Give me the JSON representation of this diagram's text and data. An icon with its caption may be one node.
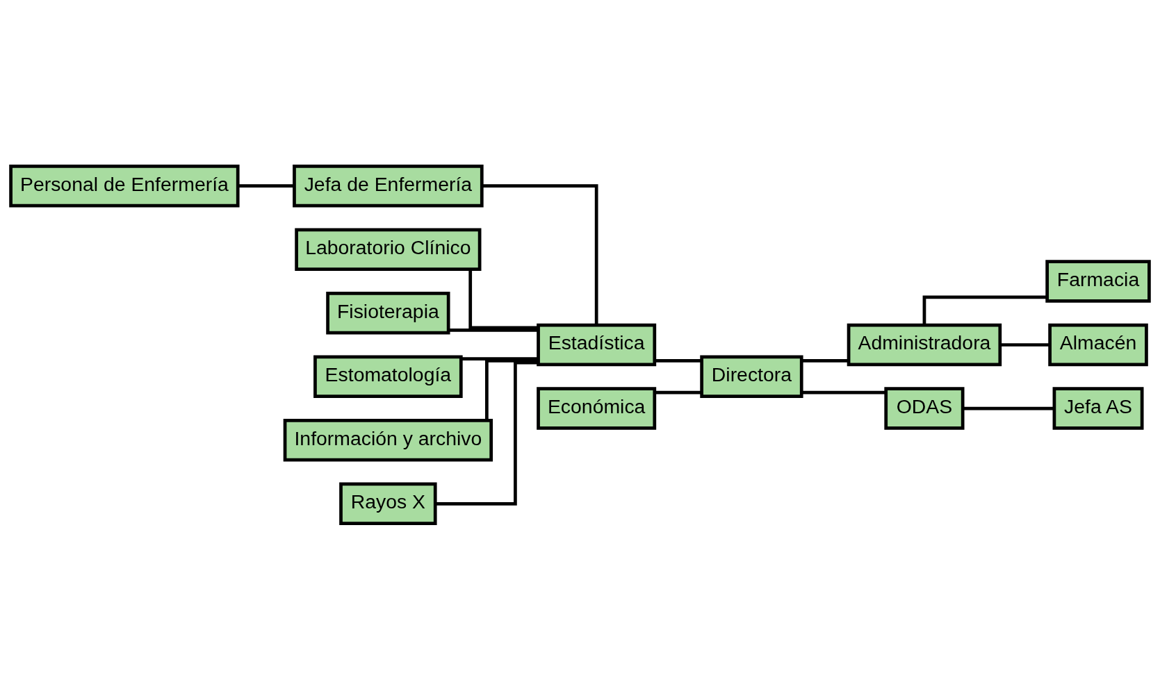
{
  "diagram": {
    "nodes": [
      {
        "text": [
          "Personal de Enfermería"
        ]
      },
      {
        "text": [
          "Jefa de Enfermería"
        ]
      },
      {
        "text": [
          "Laboratorio Clínico"
        ]
      },
      {
        "text": [
          "Fisioterapia"
        ]
      },
      {
        "text": [
          "Estomatología"
        ]
      },
      {
        "text": [
          "Información y archivo"
        ]
      },
      {
        "text": [
          "Rayos X"
        ]
      },
      {
        "text": [
          "Económica"
        ]
      },
      {
        "text": [
          "Estadística"
        ]
      },
      {
        "text": [
          "Administradora"
        ]
      },
      {
        "text": [
          "Farmacia"
        ]
      },
      {
        "text": [
          "Almacén"
        ]
      },
      {
        "text": [
          "Directora"
        ]
      },
      {
        "text": [
          "ODAS"
        ]
      },
      {
        "text": [
          "Jefa AS"
        ]
      }
    ],
    "edges": [
      {
        "from": 0,
        "to": 1,
        "arrow": "none"
      },
      {
        "from": 1,
        "to": 8,
        "arrow": "none"
      },
      {
        "from": 2,
        "to": 8,
        "arrow": "none"
      },
      {
        "from": 3,
        "to": 8,
        "arrow": "none"
      },
      {
        "from": 4,
        "to": 8,
        "arrow": "none"
      },
      {
        "from": 5,
        "to": 8,
        "arrow": "none"
      },
      {
        "from": 6,
        "to": 8,
        "arrow": "none"
      },
      {
        "from": 7,
        "to": 12,
        "arrow": "none"
      },
      {
        "from": 8,
        "to": 12,
        "arrow": "none"
      },
      {
        "from": 12,
        "to": 9,
        "arrow": "none"
      },
      {
        "from": 9,
        "to": 10,
        "arrow": "none"
      },
      {
        "from": 9,
        "to": 11,
        "arrow": "none"
      },
      {
        "from": 12,
        "to": 13,
        "arrow": "none"
      },
      {
        "from": 13,
        "to": 14,
        "arrow": "none"
      }
    ]
  }
}
